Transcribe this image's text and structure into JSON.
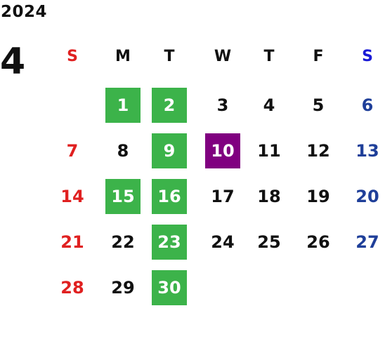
{
  "calendar": {
    "year": "2024",
    "month": "4",
    "weekdays": [
      {
        "label": "S",
        "color": "#e02020"
      },
      {
        "label": "M",
        "color": "#111111"
      },
      {
        "label": "T",
        "color": "#111111"
      },
      {
        "label": "W",
        "color": "#111111"
      },
      {
        "label": "T",
        "color": "#111111"
      },
      {
        "label": "F",
        "color": "#111111"
      },
      {
        "label": "S",
        "color": "#1a1ad6"
      }
    ],
    "first_weekday_index": 1,
    "days": [
      {
        "n": "1",
        "highlight": "#3cb34a"
      },
      {
        "n": "2",
        "highlight": "#3cb34a"
      },
      {
        "n": "3"
      },
      {
        "n": "4"
      },
      {
        "n": "5"
      },
      {
        "n": "6"
      },
      {
        "n": "7"
      },
      {
        "n": "8"
      },
      {
        "n": "9",
        "highlight": "#3cb34a"
      },
      {
        "n": "10",
        "highlight": "#800080"
      },
      {
        "n": "11"
      },
      {
        "n": "12"
      },
      {
        "n": "13"
      },
      {
        "n": "14"
      },
      {
        "n": "15",
        "highlight": "#3cb34a"
      },
      {
        "n": "16",
        "highlight": "#3cb34a"
      },
      {
        "n": "17"
      },
      {
        "n": "18"
      },
      {
        "n": "19"
      },
      {
        "n": "20"
      },
      {
        "n": "21"
      },
      {
        "n": "22"
      },
      {
        "n": "23",
        "highlight": "#3cb34a"
      },
      {
        "n": "24"
      },
      {
        "n": "25"
      },
      {
        "n": "26"
      },
      {
        "n": "27"
      },
      {
        "n": "28"
      },
      {
        "n": "29"
      },
      {
        "n": "30",
        "highlight": "#3cb34a"
      }
    ],
    "colors": {
      "default_text": "#111111",
      "sunday_text": "#e02020",
      "saturday_text": "#1f3f99",
      "highlight_text": "#ffffff"
    }
  }
}
